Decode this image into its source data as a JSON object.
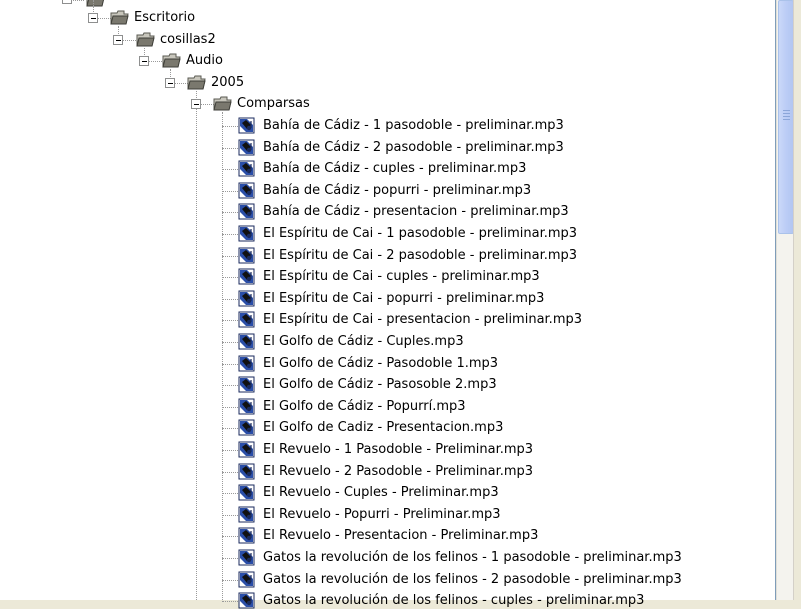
{
  "tree": {
    "folders": [
      {
        "label": "Escritorio",
        "icon": "folder-open-icon"
      },
      {
        "label": "cosillas2",
        "icon": "folder-open-icon"
      },
      {
        "label": "Audio",
        "icon": "folder-open-icon"
      },
      {
        "label": "2005",
        "icon": "folder-open-icon"
      },
      {
        "label": "Comparsas",
        "icon": "folder-open-icon"
      }
    ],
    "files": [
      "Bahía de Cádiz - 1 pasodoble - preliminar.mp3",
      "Bahía de Cádiz - 2 pasodoble - preliminar.mp3",
      "Bahía de Cádiz - cuples - preliminar.mp3",
      "Bahía de Cádiz - popurri - preliminar.mp3",
      "Bahía de Cádiz - presentacion - preliminar.mp3",
      "El Espíritu de Cai - 1 pasodoble - preliminar.mp3",
      "El Espíritu de Cai - 2 pasodoble - preliminar.mp3",
      "El Espíritu de Cai - cuples - preliminar.mp3",
      "El Espíritu de Cai - popurri - preliminar.mp3",
      "El Espíritu de Cai - presentacion - preliminar.mp3",
      "El Golfo de Cádiz - Cuples.mp3",
      "El Golfo de Cádiz - Pasodoble 1.mp3",
      "El Golfo de Cádiz - Pasosoble 2.mp3",
      "El Golfo de Cádiz - Popurrí.mp3",
      "El Golfo de Cadiz - Presentacion.mp3",
      "El Revuelo - 1 Pasodoble - Preliminar.mp3",
      "El Revuelo - 2 Pasodoble - Preliminar.mp3",
      "El Revuelo - Cuples - Preliminar.mp3",
      "El Revuelo - Popurri - Preliminar.mp3",
      "El Revuelo - Presentacion - Preliminar.mp3",
      "Gatos la revolución de los felinos - 1 pasodoble - preliminar.mp3",
      "Gatos la revolución de los felinos - 2 pasodoble - preliminar.mp3",
      "Gatos la revolución de los felinos - cuples - preliminar.mp3"
    ],
    "file_icon": "mp3-file-icon"
  },
  "colors": {
    "folder_dark": "#5a5a52",
    "folder_light": "#c8c6bc",
    "file_blue": "#1a3a8c",
    "selection": "#316ac5"
  }
}
